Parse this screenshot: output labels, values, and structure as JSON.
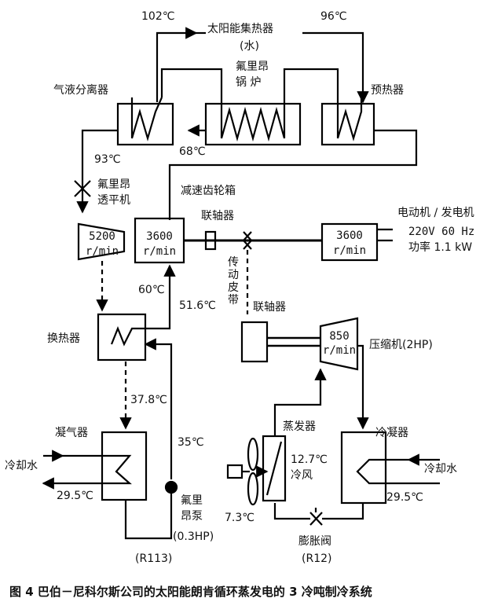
{
  "diagram": {
    "temperatures": {
      "t_top_left": "102℃",
      "t_top_right": "96℃",
      "t_68": "68℃",
      "t_93": "93℃",
      "t_60": "60℃",
      "t_51_6": "51.6℃",
      "t_37_8": "37.8℃",
      "t_35": "35℃",
      "t_29_5_left": "29.5℃",
      "t_7_3": "7.3℃",
      "t_12_7": "12.7℃",
      "t_29_5_right": "29.5℃"
    },
    "labels": {
      "solar_collector": "太阳能集热器",
      "water": "(水)",
      "freon_boiler_1": "氟里昂",
      "freon_boiler_2": "锅  炉",
      "separator": "气液分离器",
      "preheater": "预热器",
      "turbine_1": "氟里昂",
      "turbine_2": "透平机",
      "gearbox": "减速齿轮箱",
      "coupling_1": "联轴器",
      "belt": "传动皮带",
      "coupling_2": "联轴器",
      "motor_gen": "电动机 / 发电机",
      "heat_exchanger": "换热器",
      "condenser": "凝气器",
      "cooling_water_left": "冷却水",
      "freon_pump_1": "氟里",
      "freon_pump_2": "昂泵",
      "pump_power": "(0.3HP)",
      "refrigerant_r113": "(R113)",
      "compressor": "压缩机(2HP)",
      "evaporator": "蒸发器",
      "cold_wind": "冷风",
      "condenser_right": "冷凝器",
      "cooling_water_right": "冷却水",
      "expansion_valve": "膨胀阀",
      "refrigerant_r12": "(R12)"
    },
    "speeds": {
      "turbine_rpm": "5200",
      "gearbox_rpm": "3600",
      "motor_rpm": "3600",
      "compressor_rpm": "850",
      "unit": "r/min"
    },
    "motor_specs": {
      "voltage": "220V 60 Hz",
      "power": "功率 1.1 kW"
    },
    "caption": "图 4  巴伯－尼科尔斯公司的太阳能朗肯循环蒸发电的 3 冷吨制冷系统"
  }
}
